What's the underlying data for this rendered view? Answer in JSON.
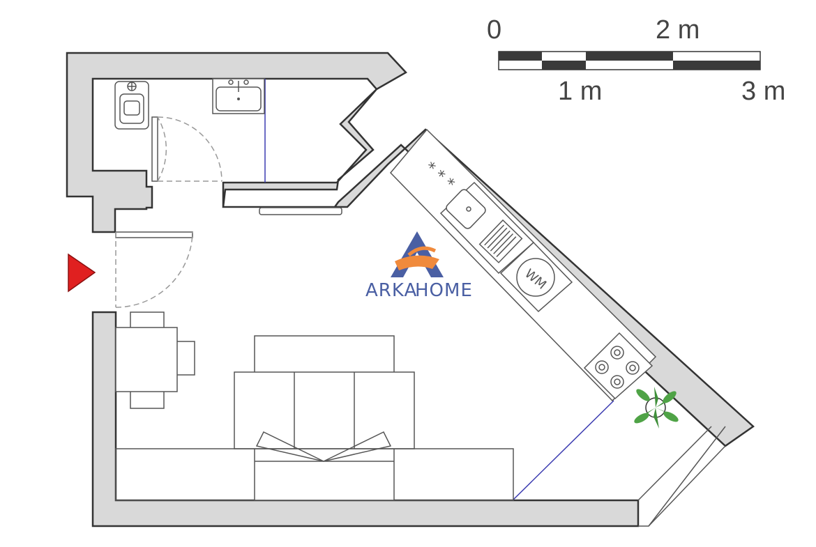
{
  "scale_bar": {
    "top_labels": [
      "0",
      "2 m"
    ],
    "bottom_labels": [
      "1 m",
      "3 m"
    ]
  },
  "logo": {
    "name_part1": "ARKA",
    "name_part2": "HOME",
    "color_primary": "#4a5fa3",
    "color_accent": "#f08a3c"
  },
  "entrance_marker_color": "#e02020",
  "colors": {
    "wall_fill": "#d9d9d9",
    "wall_stroke": "#333333",
    "plant": "#3f8f3a"
  }
}
